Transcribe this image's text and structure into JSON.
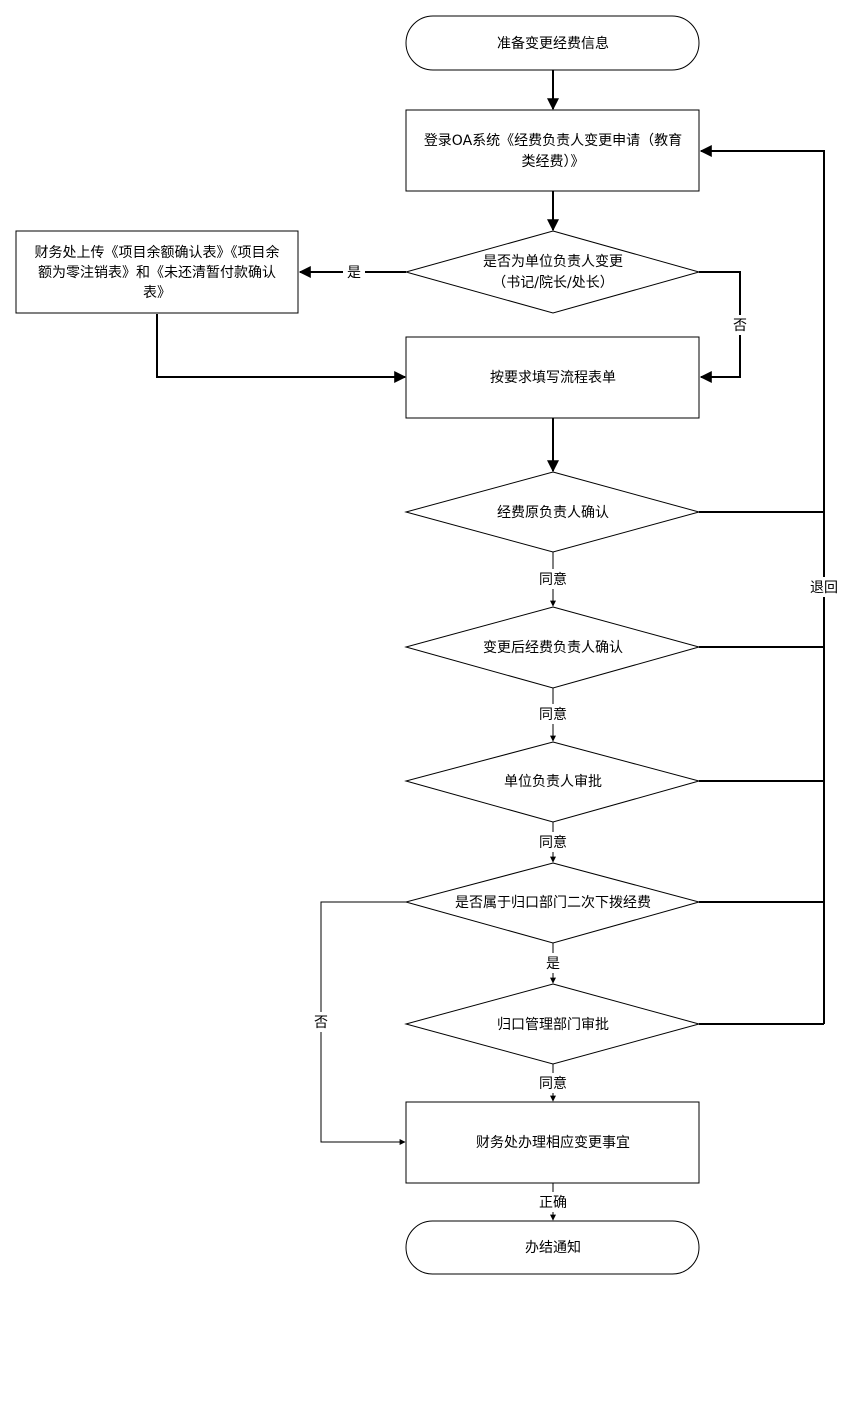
{
  "nodes": {
    "start": "准备变更经费信息",
    "login_l1": "登录OA系统《经费负责人变更申请（教育",
    "login_l2": "类经费）》",
    "q_unit_change_l1": "是否为单位负责人变更",
    "q_unit_change_l2": "（书记/院长/处长）",
    "finance_upload_l1": "财务处上传《项目余额确认表》《项目余",
    "finance_upload_l2": "额为零注销表》和《未还清暂付款确认",
    "finance_upload_l3": "表》",
    "fill_form": "按要求填写流程表单",
    "orig_confirm": "经费原负责人确认",
    "new_confirm": "变更后经费负责人确认",
    "unit_approve": "单位负责人审批",
    "q_secondary": "是否属于归口部门二次下拨经费",
    "dept_approve": "归口管理部门审批",
    "finance_handle": "财务处办理相应变更事宜",
    "end": "办结通知"
  },
  "edge_labels": {
    "yes_upload": "是",
    "no_fill": "否",
    "return": "退回",
    "agree_1": "同意",
    "agree_2": "同意",
    "agree_3": "同意",
    "yes_dept": "是",
    "no_finance": "否",
    "agree_4": "同意",
    "correct": "正确"
  },
  "colors": {
    "stroke": "#000000",
    "fill": "#ffffff",
    "text": "#000000"
  }
}
